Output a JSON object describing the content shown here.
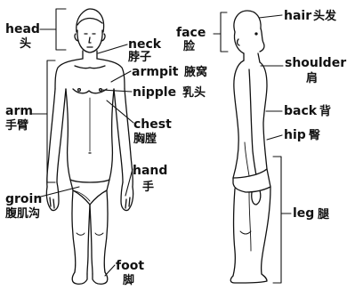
{
  "labels": {
    "head": {
      "en": "head",
      "zh": "头"
    },
    "neck": {
      "en": "neck",
      "zh": "脖子"
    },
    "armpit": {
      "en": "armpit",
      "zh": "腋窝"
    },
    "arm": {
      "en": "arm",
      "zh": "手臂"
    },
    "nipple": {
      "en": "nipple",
      "zh": "乳头"
    },
    "chest": {
      "en": "chest",
      "zh": "胸膛"
    },
    "hand": {
      "en": "hand",
      "zh": "手"
    },
    "groin": {
      "en": "groin",
      "zh": "腹肌沟"
    },
    "foot": {
      "en": "foot",
      "zh": "脚"
    },
    "hair": {
      "en": "hair",
      "zh": "头发"
    },
    "face": {
      "en": "face",
      "zh": "脸"
    },
    "shoulder": {
      "en": "shoulder",
      "zh": "肩"
    },
    "back": {
      "en": "back",
      "zh": "背"
    },
    "hip": {
      "en": "hip",
      "zh": "臀"
    },
    "leg": {
      "en": "leg",
      "zh": "腿"
    }
  }
}
